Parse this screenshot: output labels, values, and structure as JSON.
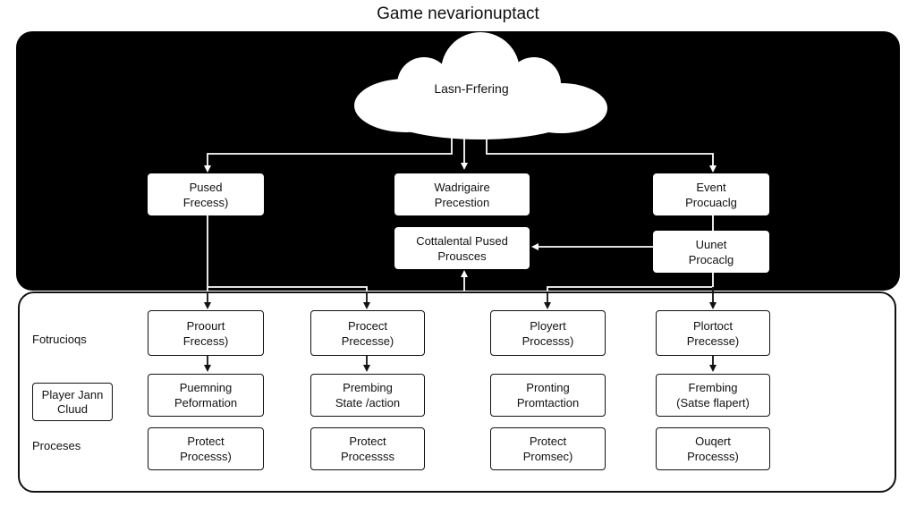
{
  "title": "Game nevarionuptact",
  "cloud": {
    "label": "Lasn-Frfering"
  },
  "top_nodes": [
    {
      "id": "pused",
      "lines": [
        "Pused",
        "Frecess)"
      ]
    },
    {
      "id": "wadrigaire",
      "lines": [
        "Wadrigaire",
        "Precestion"
      ]
    },
    {
      "id": "event",
      "lines": [
        "Event",
        "Procuaclg"
      ]
    },
    {
      "id": "cottalental",
      "lines": [
        "Cottalental Pused",
        "Prousces"
      ]
    },
    {
      "id": "uunet",
      "lines": [
        "Uunet",
        "Procaclg"
      ]
    }
  ],
  "bottom_nodes": [
    {
      "id": "c1r1",
      "lines": [
        "Proourt",
        "Frecess)"
      ]
    },
    {
      "id": "c2r1",
      "lines": [
        "Procect",
        "Precesse)"
      ]
    },
    {
      "id": "c3r1",
      "lines": [
        "Ployert",
        "Processs)"
      ]
    },
    {
      "id": "c4r1",
      "lines": [
        "Plortoct",
        "Precesse)"
      ]
    },
    {
      "id": "c1r2",
      "lines": [
        "Puemning",
        "Peformation"
      ]
    },
    {
      "id": "c2r2",
      "lines": [
        "Prembing",
        "State /action"
      ]
    },
    {
      "id": "c3r2",
      "lines": [
        "Pronting",
        "Promtaction"
      ]
    },
    {
      "id": "c4r2",
      "lines": [
        "Frembing",
        "(Satse flapert)"
      ]
    },
    {
      "id": "c1r3",
      "lines": [
        "Protect",
        "Processs)"
      ]
    },
    {
      "id": "c2r3",
      "lines": [
        "Protect",
        "Processss"
      ]
    },
    {
      "id": "c3r3",
      "lines": [
        "Protect",
        "Promsec)"
      ]
    },
    {
      "id": "c4r3",
      "lines": [
        "Ouqert",
        "Processs)"
      ]
    }
  ],
  "side_labels": {
    "row1": "Fotrucioqs",
    "row3": "Proceses"
  },
  "legend": {
    "lines": [
      "Player Jann",
      "Cluud"
    ]
  },
  "colors": {
    "top_panel": "#000000",
    "bottom_panel": "#ffffff",
    "line": "#111111",
    "line_on_dark": "#ffffff"
  }
}
